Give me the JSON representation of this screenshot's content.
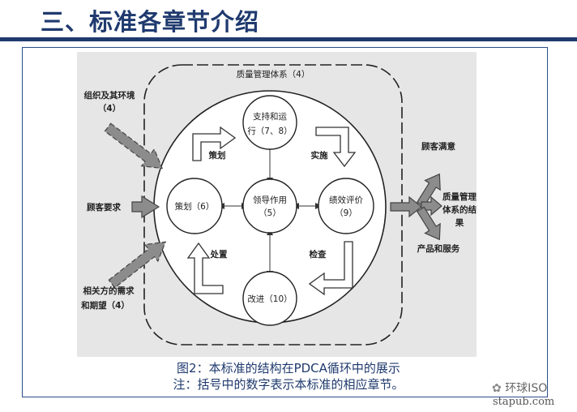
{
  "header": {
    "title": "三、标准各章节介绍"
  },
  "diagram": {
    "system_label": "质量管理体系（4）",
    "inputs": {
      "org_line1": "组织及其环境",
      "org_line2": "（4）",
      "customer_req": "顾客要求",
      "parties_line1": "相关方的需求",
      "parties_line2": "和期望（4）"
    },
    "nodes": {
      "support_line1": "支持和运",
      "support_line2": "行（7、8）",
      "planning_line1": "策划（6）",
      "leadership_line1": "领导作用",
      "leadership_line2": "（5）",
      "evaluation_line1": "绩效评价",
      "evaluation_line2": "（9）",
      "improvement_line1": "改进（10）"
    },
    "cycle_labels": {
      "plan": "策划",
      "do": "实施",
      "check": "检查",
      "act": "处置"
    },
    "outputs": {
      "satisfaction": "顾客满意",
      "results_line1": "质量管理",
      "results_line2": "体系的结",
      "results_line3": "果",
      "products": "产品和服务"
    }
  },
  "caption": {
    "line1": "图2：本标准的结构在PDCA循环中的展示",
    "line2": "注：括号中的数字表示本标准的相应章节。"
  },
  "watermark": {
    "brand": "环球ISO",
    "site": "stapub.com"
  }
}
